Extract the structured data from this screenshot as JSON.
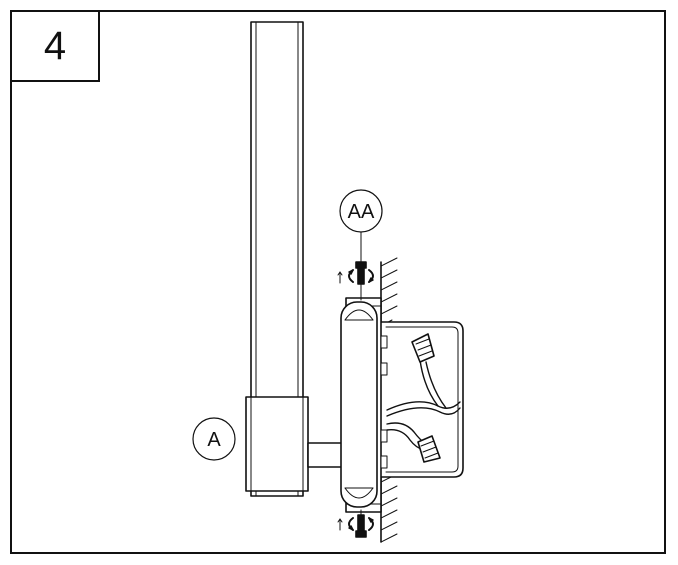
{
  "step": {
    "number": "4"
  },
  "callouts": {
    "part_a": "A",
    "screw_aa": "AA"
  },
  "icons": [
    "tighten-screw-icon",
    "wall-hatch",
    "junction-box",
    "wire-connector-icon"
  ],
  "colors": {
    "line": "#111111",
    "background": "#ffffff"
  }
}
